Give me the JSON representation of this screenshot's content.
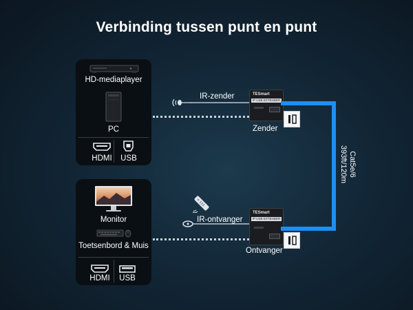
{
  "title": "Verbinding tussen punt en punt",
  "source_panel": {
    "devices": [
      {
        "label": "HD-mediaplayer",
        "icon": "media-player-icon"
      },
      {
        "label": "PC",
        "icon": "pc-tower-icon"
      }
    ],
    "ports": [
      {
        "label": "HDMI",
        "icon": "hdmi-port-icon"
      },
      {
        "label": "USB",
        "icon": "usb-b-port-icon"
      }
    ]
  },
  "display_panel": {
    "devices": [
      {
        "label": "Monitor",
        "icon": "monitor-icon"
      },
      {
        "label": "Toetsenbord & Muis",
        "icon": "keyboard-mouse-icon"
      }
    ],
    "ports": [
      {
        "label": "HDMI",
        "icon": "hdmi-port-icon"
      },
      {
        "label": "USB",
        "icon": "usb-a-port-icon"
      }
    ]
  },
  "transmitter": {
    "label": "Zender",
    "ir_label": "IR-zender",
    "brand": "TESmart",
    "model": "IP USB EXTENDER"
  },
  "receiver": {
    "label": "Ontvanger",
    "ir_label": "IR-ontvanger",
    "brand": "TESmart",
    "model": "IP USB EXTENDER"
  },
  "cable": {
    "line1": "Cat5e/6",
    "line2": "393ft/120m",
    "color": "#1e8ff2"
  },
  "colors": {
    "background": "#122636",
    "panel": "#0a0f13",
    "cable": "#1e8ff2"
  }
}
